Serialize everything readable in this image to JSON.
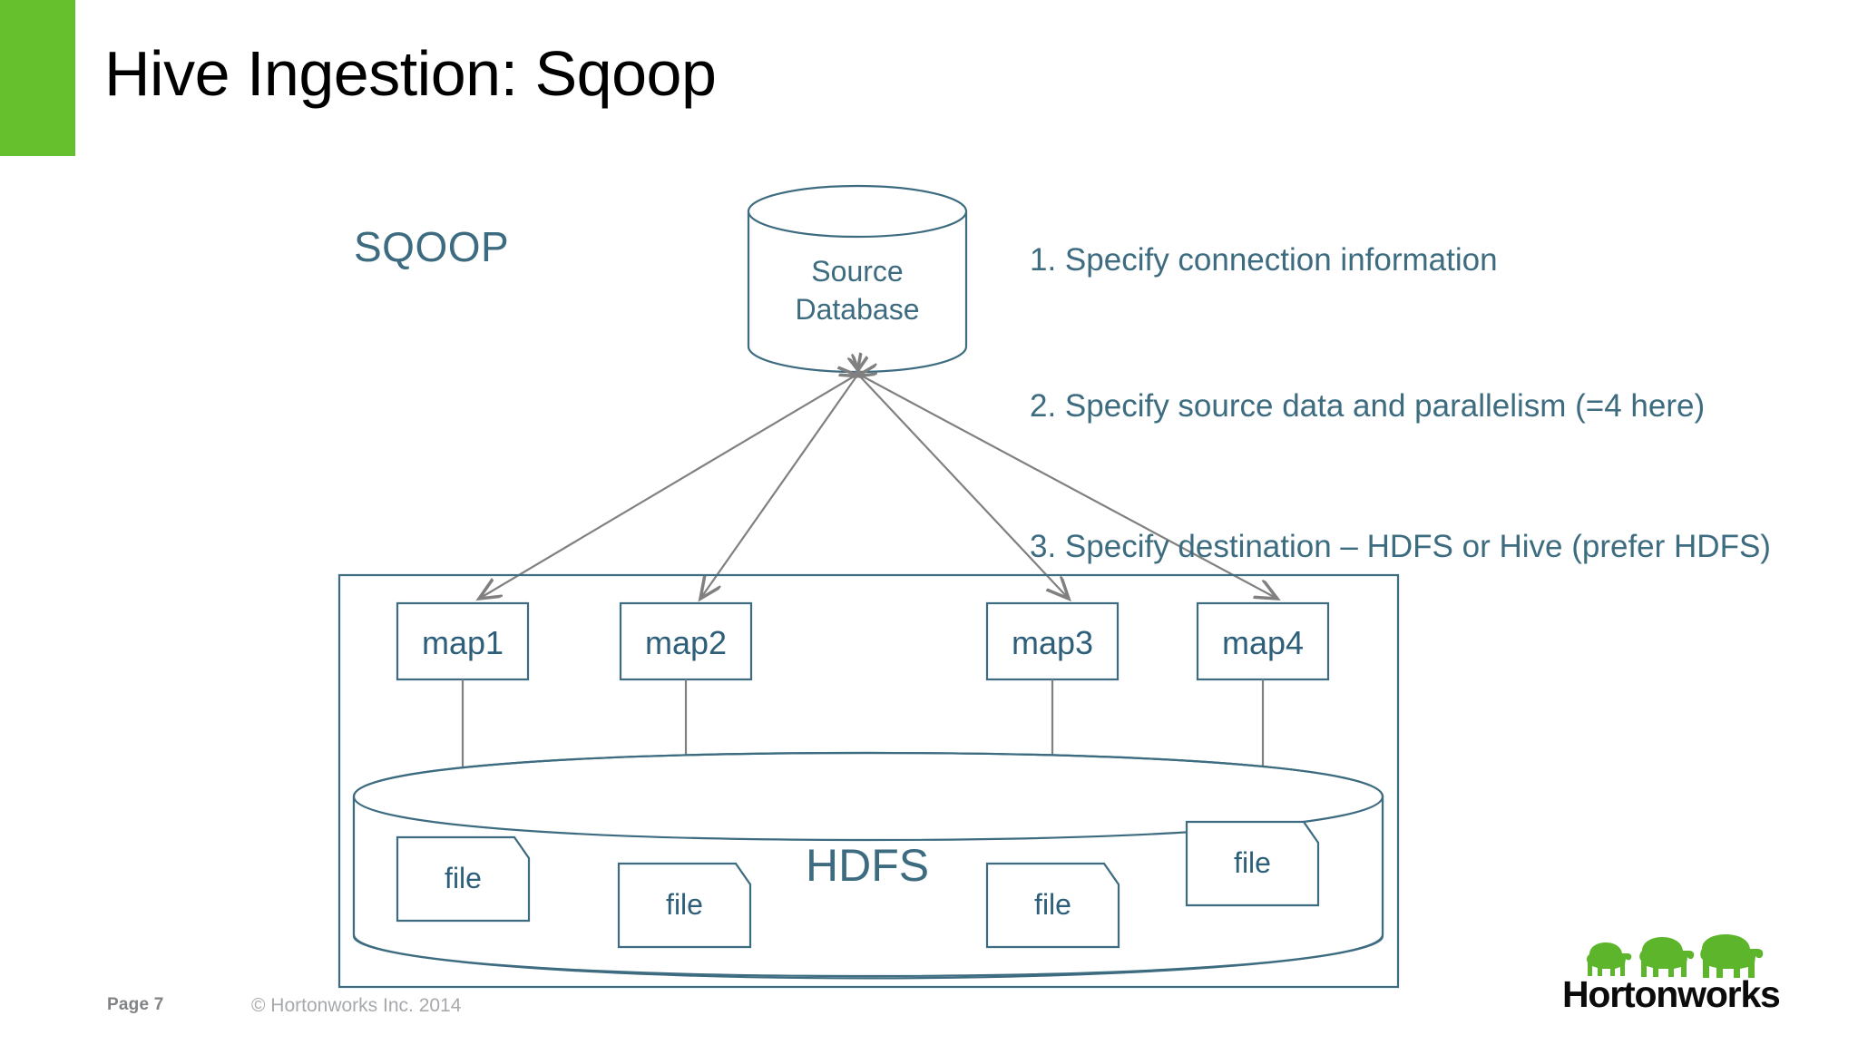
{
  "slide": {
    "title": "Hive Ingestion: Sqoop",
    "accent_green": "#66bf2c",
    "diagram_stroke": "#3d6b80",
    "arrow_stroke": "#808080",
    "text_blue": "#3d6b80"
  },
  "diagram": {
    "sqoop_label": "SQOOP",
    "source_database": {
      "line1": "Source",
      "line2": "Database"
    },
    "mappers": [
      {
        "label": "map1"
      },
      {
        "label": "map2"
      },
      {
        "label": "map3"
      },
      {
        "label": "map4"
      }
    ],
    "hdfs_label": "HDFS",
    "files": [
      {
        "label": "file"
      },
      {
        "label": "file"
      },
      {
        "label": "file"
      },
      {
        "label": "file"
      }
    ]
  },
  "steps": [
    {
      "text": "1. Specify connection information"
    },
    {
      "text": "2. Specify source data and parallelism (=4 here)"
    },
    {
      "text": "3. Specify destination – HDFS or Hive (prefer HDFS)"
    }
  ],
  "footer": {
    "page_number": "Page 7",
    "copyright": "© Hortonworks Inc. 2014"
  },
  "logo": {
    "wordmark": "Hortonworks",
    "elephant_color": "#5cb52a"
  }
}
